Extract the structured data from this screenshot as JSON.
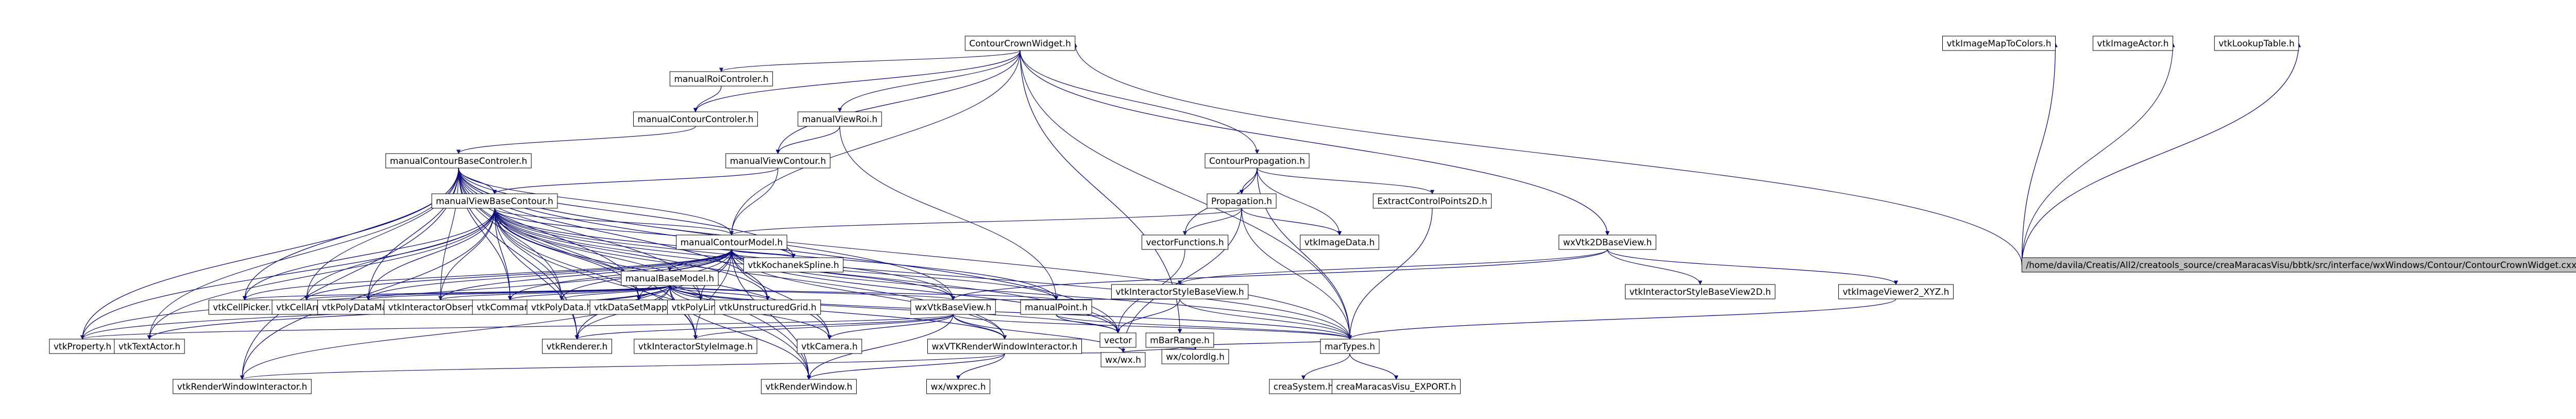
{
  "colors": {
    "node_fill": "#ffffff",
    "root_fill": "#bfbfbf",
    "node_border": "#000000",
    "text": "#000000",
    "text_red": "#ff0000",
    "edge_blue": "#191970",
    "edge_navy": "#000080"
  },
  "nodes": [
    {
      "id": "root",
      "label": "/home/davila/Creatis/All2/creatools_source/creaMaracasVisu/bbtk/src/interface/wxWindows/Contour/ContourCrownWidget.cxx",
      "fill": "root"
    },
    {
      "id": "ccw",
      "label": "ContourCrownWidget.h"
    },
    {
      "id": "vtkImageMapToColors",
      "label": "vtkImageMapToColors.h"
    },
    {
      "id": "vtkImageActor",
      "label": "vtkImageActor.h"
    },
    {
      "id": "vtkLookupTable",
      "label": "vtkLookupTable.h"
    },
    {
      "id": "manualRoiControler",
      "label": "manualRoiControler.h"
    },
    {
      "id": "manualContourControler",
      "label": "manualContourControler.h"
    },
    {
      "id": "manualViewRoi",
      "label": "manualViewRoi.h"
    },
    {
      "id": "manualContourBaseControler",
      "label": "manualContourBaseControler.h",
      "red": true
    },
    {
      "id": "manualViewContour",
      "label": "manualViewContour.h"
    },
    {
      "id": "manualViewBaseContour",
      "label": "manualViewBaseContour.h",
      "red": true
    },
    {
      "id": "ContourPropagation",
      "label": "ContourPropagation.h"
    },
    {
      "id": "Propagation",
      "label": "Propagation.h",
      "red": true
    },
    {
      "id": "ExtractControlPoints2D",
      "label": "ExtractControlPoints2D.h",
      "red": true
    },
    {
      "id": "vectorFunctions",
      "label": "vectorFunctions.h",
      "red": true
    },
    {
      "id": "vtkImageData",
      "label": "vtkImageData.h"
    },
    {
      "id": "wxVtk2DBaseView",
      "label": "wxVtk2DBaseView.h"
    },
    {
      "id": "vtkInteractorStyleBaseView2D",
      "label": "vtkInteractorStyleBaseView2D.h",
      "red": true
    },
    {
      "id": "vtkImageViewer2_XYZ",
      "label": "vtkImageViewer2_XYZ.h",
      "red": true
    },
    {
      "id": "manualContourModel",
      "label": "manualContourModel.h"
    },
    {
      "id": "vtkKochanekSpline",
      "label": "vtkKochanekSpline.h"
    },
    {
      "id": "vtkInteractorStyleBaseView",
      "label": "vtkInteractorStyleBaseView.h"
    },
    {
      "id": "manualBaseModel",
      "label": "manualBaseModel.h"
    },
    {
      "id": "vtkCellPicker",
      "label": "vtkCellPicker.h"
    },
    {
      "id": "vtkCellArray",
      "label": "vtkCellArray.h"
    },
    {
      "id": "vtkPolyDataMapper",
      "label": "vtkPolyDataMapper.h"
    },
    {
      "id": "vtkInteractorObserver",
      "label": "vtkInteractorObserver.h"
    },
    {
      "id": "vtkCommand",
      "label": "vtkCommand.h"
    },
    {
      "id": "vtkPolyData",
      "label": "vtkPolyData.h"
    },
    {
      "id": "vtkDataSetMapper",
      "label": "vtkDataSetMapper.h"
    },
    {
      "id": "vtkPolyLine",
      "label": "vtkPolyLine.h"
    },
    {
      "id": "vtkUnstructuredGrid",
      "label": "vtkUnstructuredGrid.h"
    },
    {
      "id": "wxVtkBaseView",
      "label": "wxVtkBaseView.h",
      "red": true
    },
    {
      "id": "manualPoint",
      "label": "manualPoint.h"
    },
    {
      "id": "vector",
      "label": "vector"
    },
    {
      "id": "mBarRange",
      "label": "mBarRange.h"
    },
    {
      "id": "marTypes",
      "label": "marTypes.h"
    },
    {
      "id": "wxcolordlg",
      "label": "wx/colordlg.h"
    },
    {
      "id": "vtkProperty",
      "label": "vtkProperty.h"
    },
    {
      "id": "vtkTextActor",
      "label": "vtkTextActor.h"
    },
    {
      "id": "vtkRenderer",
      "label": "vtkRenderer.h"
    },
    {
      "id": "vtkInteractorStyleImage",
      "label": "vtkInteractorStyleImage.h"
    },
    {
      "id": "vtkCamera",
      "label": "vtkCamera.h"
    },
    {
      "id": "wxVTKRenderWindowInteractor",
      "label": "wxVTKRenderWindowInteractor.h",
      "red": true
    },
    {
      "id": "wxwx",
      "label": "wx/wx.h"
    },
    {
      "id": "creaSystem",
      "label": "creaSystem.h"
    },
    {
      "id": "creaMaracasVisuExport",
      "label": "creaMaracasVisu_EXPORT.h"
    },
    {
      "id": "vtkRenderWindowInteractor",
      "label": "vtkRenderWindowInteractor.h"
    },
    {
      "id": "vtkRenderWindow",
      "label": "vtkRenderWindow.h"
    },
    {
      "id": "wxprec",
      "label": "wx/wxprec.h"
    }
  ]
}
